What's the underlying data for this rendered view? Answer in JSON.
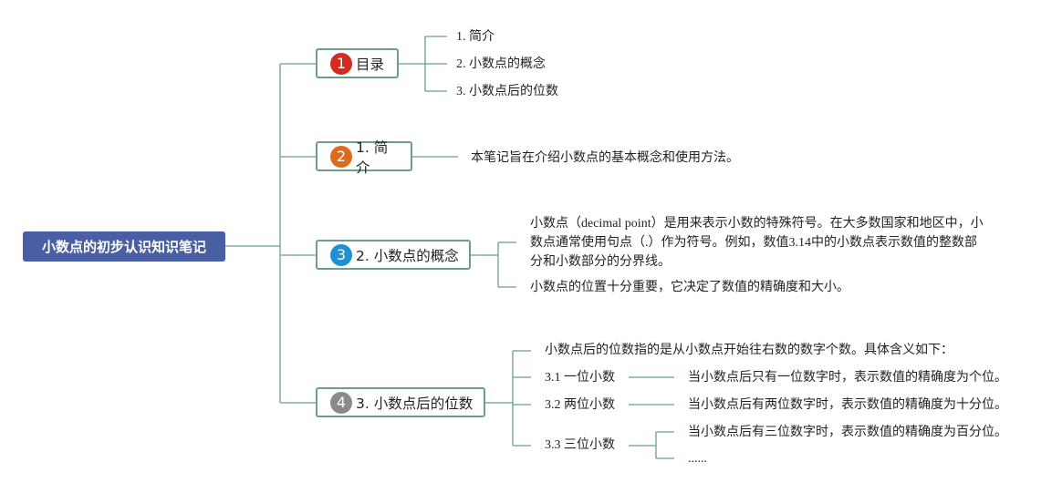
{
  "root": {
    "title": "小数点的初步认识知识笔记"
  },
  "colors": {
    "line": "#6b9e8e",
    "root_bg": "#4a5fa3",
    "badge1": "#d42a1f",
    "badge2": "#e06a1b",
    "badge3": "#1f8fd6",
    "badge4": "#8a8a8a"
  },
  "branches": [
    {
      "num": "1",
      "label": "目录",
      "items": [
        "1. 简介",
        "2. 小数点的概念",
        "3. 小数点后的位数"
      ]
    },
    {
      "num": "2",
      "label": "1. 简介",
      "items": [
        "本笔记旨在介绍小数点的基本概念和使用方法。"
      ]
    },
    {
      "num": "3",
      "label": "2. 小数点的概念",
      "items": [
        "小数点（decimal point）是用来表示小数的特殊符号。在大多数国家和地区中，小数点通常使用句点（.）作为符号。例如，数值3.14中的小数点表示数值的整数部分和小数部分的分界线。",
        "小数点的位置十分重要，它决定了数值的精确度和大小。"
      ]
    },
    {
      "num": "4",
      "label": "3. 小数点后的位数",
      "intro": "小数点后的位数指的是从小数点开始往右数的数字个数。具体含义如下：",
      "subs": [
        {
          "label": "3.1 一位小数",
          "details": [
            "当小数点后只有一位数字时，表示数值的精确度为个位。"
          ]
        },
        {
          "label": "3.2 两位小数",
          "details": [
            "当小数点后有两位数字时，表示数值的精确度为十分位。"
          ]
        },
        {
          "label": "3.3 三位小数",
          "details": [
            "当小数点后有三位数字时，表示数值的精确度为百分位。",
            "......"
          ]
        }
      ]
    }
  ]
}
